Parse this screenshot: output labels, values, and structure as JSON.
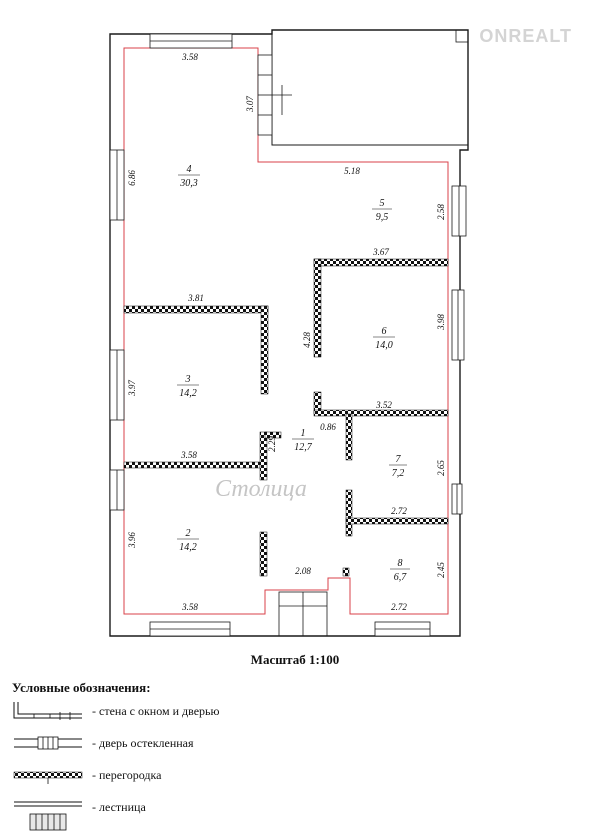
{
  "colors": {
    "wall": "#1a1a1a",
    "inner_contour": "#d9424a",
    "partition": "#111111"
  },
  "rooms": [
    {
      "num": "4",
      "area": "30,3"
    },
    {
      "num": "5",
      "area": "9,5"
    },
    {
      "num": "6",
      "area": "14,0"
    },
    {
      "num": "3",
      "area": "14,2"
    },
    {
      "num": "1",
      "area": "12,7"
    },
    {
      "num": "7",
      "area": "7,2"
    },
    {
      "num": "2",
      "area": "14,2"
    },
    {
      "num": "8",
      "area": "6,7"
    }
  ],
  "dimensions": {
    "top_left": "3.58",
    "bay_height": "3.07",
    "left_room4": "6.86",
    "top_room5": "5.18",
    "right_room5": "2.58",
    "top_room6": "3.67",
    "right_room6": "3.98",
    "left_room6": "4.28",
    "top_room3": "3.81",
    "left_room3": "3.97",
    "corridor_small": "0.86",
    "top_room7": "3.52",
    "corridor_height": "2.29",
    "right_room7": "2.65",
    "top_room2": "3.58",
    "top_room8": "2.72",
    "left_room2": "3.96",
    "right_room8": "2.45",
    "entry": "2.08",
    "bottom_left": "3.58",
    "bottom_right": "2.72"
  },
  "scale_label": "Масштаб 1:100",
  "legend": {
    "title": "Условные обозначения:",
    "items": [
      "- стена с окном и дверью",
      "- дверь остекленная",
      "- перегородка",
      "- лестница"
    ]
  },
  "watermark": {
    "brand": "ONREALT",
    "signature": "Столица"
  }
}
